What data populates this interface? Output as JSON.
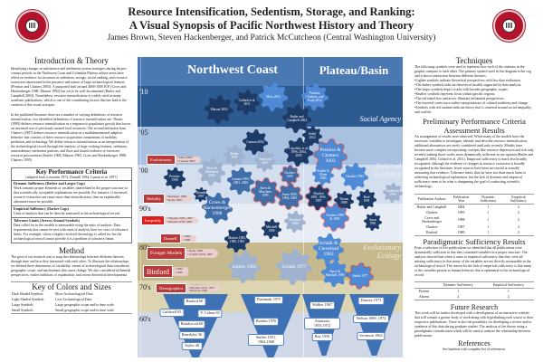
{
  "header": {
    "title_line1": "Resource Intensification, Sedentism, Storage, and Ranking:",
    "title_line2": "A Visual Synopsis of Pacific Northwest History and Theory",
    "authors": "James Brown, Steven Hackenberger, and Patrick McCutcheon (Central Washington University)"
  },
  "left": {
    "intro_title": "Introduction & Theory",
    "intro_p1": "Identifying changes in subsistence and settlement system strategies during the pre-contact periods in the Northwest Coast and Columbia Plateau culture areas have relied on evidence for increases in sedentism, storage, social ranking, and resource extraction represented in the presence and nature of large archaeological features (Prentiss and Chatters 2003). A purported shift around 4000-3500 B.P. (Croes and Hackenberger 1988, Matson 1992) has yet to be well documented (Butler and Campbell 2004). Nonetheless, resource intensification is widely cited in many academic publications, which is one of the contributing factors that has lead to the creation of this visual synopsis.",
    "intro_p2": "In the published literature there are a number of varying definitions of resource intensification, two identified definitions of resource intensification are: Thoms (1989) defines resource intensification as a response to population growth that forces an increased use of previously unused food resources. The second definition from Chatters (1987) defines resource intensification as a multidimensional adaptive behavior that consists of three resource acquisition components of mobility, predation, and technology. We define resource intensification as an interpretation of the archaeological record through the analysis of large cooking features, sedentary semisedentary settlement patterns, and flora and faunal evidence of extensive resource procurement (Suttles 1968, Matson 1983, Croes and Hackenberger 1988, Chatters 1995).",
    "kpc_title": "Key Performance Criteria",
    "kpc_subtitle": "(adapted from Lewontin 1974, Dunnell 1982, Lyman et al. 1997)",
    "kpc": [
      {
        "head": "Dynamic Sufficiency (Darker and Larger Cogs)",
        "text": "Work contains proper elements or variables interrelated in the proper structure so that scientifically acceptable explanations are possible. For instance, if increased resource extraction can cause more than intensification, then an explainable alternative must be possible."
      },
      {
        "head": "Empirical Sufficiency (Darker Cogs)",
        "text": "Units of analysis that can be directly measured in the archaeological record."
      },
      {
        "head": "Tolerance Limits (Arrows Around Symbols)",
        "text": "Data called for in the models is measurable using the units of analysis. Data requirements that cannot be met with units of analysis have too strict of tolerance limits. For example, where a highly resolved chronology is called for but the archaeological record cannot provide it is a problem of tolerance limits."
      }
    ],
    "method_title": "Method",
    "method_text": "The goal of our research was to map the relationships between different theories through time and how they interacted with each other. To illustrate the relationships we defined three dimensions of variability: extent of archaeological data considered, geographic scope, and mechanisms that cause change. We also considered influential perspectives, earlier traditions of explanation, and recent theoretical developments.",
    "key_title": "Key of Colors and Sizes",
    "key": [
      [
        "Dark Shaded Symbols",
        "More Archaeological Data"
      ],
      [
        "Light Shaded Symbols",
        "Less Archaeological Data"
      ],
      [
        "Large Symbols",
        "Large geographic scope and/or time scale"
      ],
      [
        "Small Symbols",
        "Small geographic scope and/or time scale"
      ]
    ]
  },
  "center": {
    "regions": [
      "Northwest Coast",
      "Plateau/Basin"
    ],
    "periods": [
      "'10",
      "'05",
      "'00",
      "90's",
      "80's",
      "70's",
      "60's"
    ],
    "themes": [
      "Social Agency",
      "Political Economy",
      "Evolutionary Ecology"
    ],
    "gears": [
      "Matson 2016",
      "Collard et al. 2011",
      "Moss 2011",
      "Prentiss, Chatters, and Kuijt 2012",
      "Butler and Campbell 2004",
      "Sobel 2012",
      "Cannon 2002",
      "Lepofsky et al. 1996, 2004, 2005",
      "Prentiss & Chatters 2003",
      "Butler 1997",
      "Burchard 2007",
      "Prentiss 1998",
      "Moss & Erlandson 2002",
      "Cannon 1991, 2001, 2003",
      "Ames & Maschner 1999",
      "Chatters 1995",
      "Ames 1985, 1994, 2003",
      "Hayden 1981, 1995, 1997",
      "Schalk & Olsen 1983",
      "Chatters 1995",
      "Thoms 1989",
      "Reid 1991",
      "Andrefsky 1995",
      "Croes & Hackenberger 1988",
      "Donald 1997",
      "Mitchell 1984",
      "Burchard 1998",
      "Chatters 1989 & 1995",
      "Matson 1983, 1985, 1992",
      "Ames 1981",
      "Schalk & Cleveland 1983",
      "Suttles 1983",
      "Schalk 1977",
      "Ames & Marshall 1980",
      "Smith 1977"
    ],
    "influences": [
      {
        "label": "Evolutionary",
        "refs": [
          "• Ames 2002",
          "• Cannon 2002"
        ]
      },
      {
        "label": "Mobility",
        "refs": [
          "• Bettinger 1999",
          "• Kelly 1995"
        ]
      },
      {
        "label": "Inequality",
        "refs": [
          "• Hayden 1995, 1997",
          "• Bender 1978, 1985"
        ]
      },
      {
        "label": "Dunnell",
        "refs": [
          "• 1982",
          "• 1980"
        ]
      },
      {
        "label": "Forager Models",
        "refs": [
          "• Kelly 1983",
          "• Jochim 1976, 1982"
        ]
      },
      {
        "label": "Binford",
        "refs": [
          "• 1982",
          "• 1980"
        ]
      },
      {
        "label": "Demographics",
        "refs": [
          "• Hassan 1978",
          "• Hayden 1972, 1975",
          "• Boserup 1965"
        ]
      }
    ],
    "traditions": [
      "Binford 68",
      "Caldwell 65",
      "Y. Cohen 65",
      "Braidwood 60",
      "Beardsley 56",
      "Taylor 48",
      "Fladmark 1975",
      "Borden 1970",
      "Suttles 1951, 1962,1968",
      "Walker 1967",
      "Anastasio 1955,1972",
      "Ray 1939",
      "Dancey 1973",
      "Nelson 1969, 1973",
      "Swanson 1962"
    ]
  },
  "right": {
    "tech_title": "Techniques",
    "tech_text": "The following symbols were used to represent how each of the citations in the graphic compare to each other. The primary symbol used in this diagram is the cog and it shows interaction between different theories.",
    "tech_bullets": [
      "•Lighter symbols indicate theoretical perspectives with less data evaluation.",
      "•The darker symbols indicate theoretical models supported by data analysis.",
      "•The larger symbols depict works with broader geographic scopes.",
      "•Smaller symbols represent focus within specific regions.",
      "•The red tinted box and arrow illustrate influential perspectives.",
      "•The inverted cones trace earlier interpretations of cultural traditions and change.",
      "•Symbols with red outlines indicate theory that is centered around social inequality and conflict."
    ],
    "ppc_title": "Preliminary Performance Criteria Assessment Results",
    "ppc_text": "An arrangement of results were observed. While many of the models have the necessary variables to investigate, identify and describe resource intensification, additional alternatives are rarely considered until only recently. Models have become more complex incorporating concepts like resource depression and risk only recently making those works more dynamically sufficient in our opinion (Butler and Campbell 2004, Collard et al. 2011). Empirical sufficiency is much less broadly recognized, although the evidence of changes in resource extraction is broadly recognized in the literature, fewer sources have been successful at actually measuring that evidence. Tolerance limits thus far have not done much harm to achieving archaeological explanation, but the lack of dynamic and empirical sufficiency seem to be what is dampening the goal of conducting scientific archaeology.",
    "ppc_table": {
      "headers": [
        "Publication Authors",
        "Publication Year",
        "Dynamic Sufficiency",
        "Empirical Sufficiency"
      ],
      "rows": [
        [
          "Butler and Campbell",
          "2004",
          "1",
          "2"
        ],
        [
          "Chatters",
          "1995",
          "1",
          "2"
        ],
        [
          "Croes and Hackenberger",
          "1988",
          "1",
          "2"
        ],
        [
          "Chatters",
          "1987",
          "1",
          "2"
        ],
        [
          "Binford",
          "1980",
          "1",
          "2"
        ]
      ]
    },
    "para_title": "Paradigmatic Sufficiency Results",
    "para_text": "From a selection of five publications we identified that all publications were dynamically sufficient in that they contained variables in a proper structure. Our analysis showed that when it came to empirical sufficiency that they were all missing sufficiency in that many of the variables are not directly measurable in the archaeological record. The reason for the lack of empirical sufficiency is that many of the variables pertain to human behavior that is ephemeral in the archaeological record.",
    "para_table": {
      "headers": [
        "",
        "Dynamic Sufficiency",
        "Empirical Sufficiency"
      ],
      "rows": [
        [
          "Present",
          "1",
          "1"
        ],
        [
          "Absent",
          "2",
          "2"
        ]
      ]
    },
    "future_title": "Future Research",
    "future_text": "This work will be further developed with a development of an interactive website that will contain a greater body of work along with hyperlinking each source to their respective publications. There is also the possibility for developing a review and/or synthesis of this data during graduate studies. The analysis of the theory using a paradigmatic classification which will be used to analyze the relationship between publications.",
    "ref_title": "References",
    "ref_text": "See handout with complete list of references."
  }
}
